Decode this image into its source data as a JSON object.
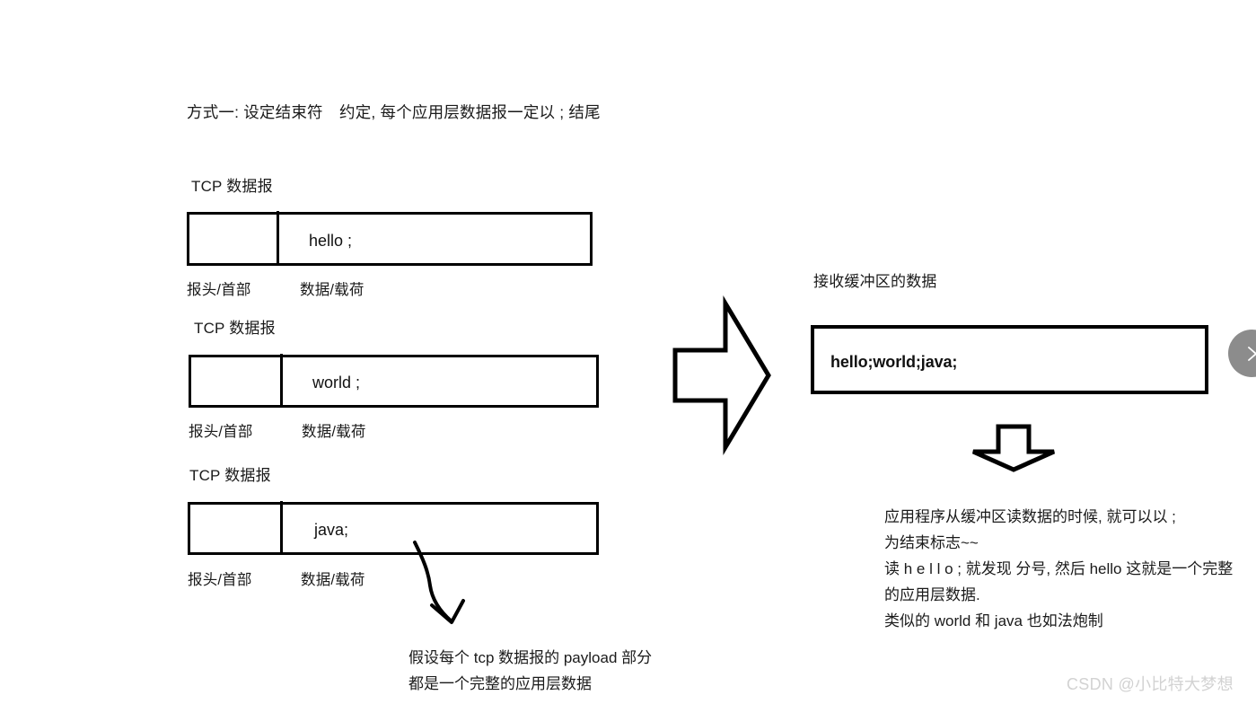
{
  "page": {
    "title_line": "方式一: 设定结束符",
    "title_note": "约定, 每个应用层数据报一定以 ; 结尾"
  },
  "left_panel": {
    "packets": [
      {
        "caption": "TCP 数据报",
        "payload": "hello ;",
        "header_label": "报头/首部",
        "payload_label": "数据/载荷"
      },
      {
        "caption": "TCP 数据报",
        "payload": "world ;",
        "header_label": "报头/首部",
        "payload_label": "数据/载荷"
      },
      {
        "caption": "TCP 数据报",
        "payload": "java;",
        "header_label": "报头/首部",
        "payload_label": "数据/载荷"
      }
    ],
    "annotation": {
      "line1": "假设每个 tcp 数据报的 payload 部分",
      "line2": "都是一个完整的应用层数据"
    }
  },
  "flow": {
    "right_arrow_name": "big-right-arrow",
    "down_arrow_name": "down-arrow"
  },
  "right_panel": {
    "buffer_caption": "接收缓冲区的数据",
    "buffer_content": "hello;world;java;",
    "explanation": {
      "line1": "应用程序从缓冲区读数据的时候, 就可以以 ;",
      "line2": "为结束标志~~",
      "line3": "读 h e l l o ; 就发现 分号, 然后 hello 这就是一个完整",
      "line4": "的应用层数据.",
      "line5": "类似的 world 和 java 也如法炮制"
    }
  },
  "carousel": {
    "next_label": "chevron-right-icon"
  },
  "watermark": {
    "text": "CSDN @小比特大梦想"
  },
  "colors": {
    "stroke": "#000000",
    "text": "#1a1a1a",
    "background": "#ffffff",
    "carousel_bg": "#8c8c8c",
    "watermark": "#d2d2d2"
  }
}
